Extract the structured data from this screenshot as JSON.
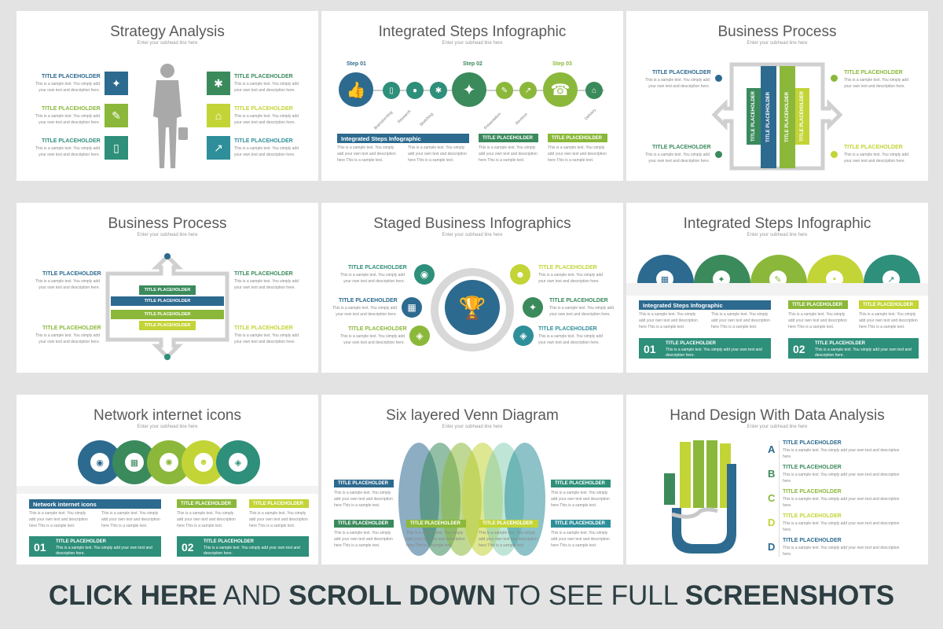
{
  "colors": {
    "blue": "#2d6a8f",
    "teal": "#2e8f7a",
    "green": "#8bb83a",
    "lime": "#c3d437",
    "darkgreen": "#3b8a5c",
    "gray": "#c8c8c8"
  },
  "subtitle": "Enter your subhead line here",
  "tp": "TITLE PLACEHOLDER",
  "sample2": "This is a sample text. You simply add your own text and description here.",
  "sample3": "This is a sample text. You simply add your own text and description here This is a sample text.",
  "slides": {
    "s1": {
      "title": "Strategy Analysis"
    },
    "s2": {
      "title": "Integrated Steps Infographic",
      "step1": "Step 01",
      "step2": "Step 02",
      "step3": "Step 03",
      "labels": [
        "Brainstorming",
        "Research",
        "Sketching",
        "Presentation",
        "Revision",
        "Delivery"
      ],
      "bar1": "Integrated Steps Infographic"
    },
    "s3": {
      "title": "Business Process"
    },
    "s4": {
      "title": "Business Process"
    },
    "s5": {
      "title": "Staged Business Infographics"
    },
    "s6": {
      "title": "Integrated Steps Infographic",
      "bar1": "Integrated Steps Infographic",
      "n1": "01",
      "n2": "02"
    },
    "s7": {
      "title": "Network internet icons",
      "bar1": "Network internet icons",
      "n1": "01",
      "n2": "02"
    },
    "s8": {
      "title": "Six layered Venn Diagram"
    },
    "s9": {
      "title": "Hand Design With Data Analysis",
      "letters": [
        "A",
        "B",
        "C",
        "D",
        "D"
      ]
    }
  },
  "footer": {
    "part1": "CLICK HERE",
    "part2": "AND",
    "part3": "SCROLL DOWN",
    "part4": "TO SEE FULL",
    "part5": "SCREENSHOTS"
  }
}
